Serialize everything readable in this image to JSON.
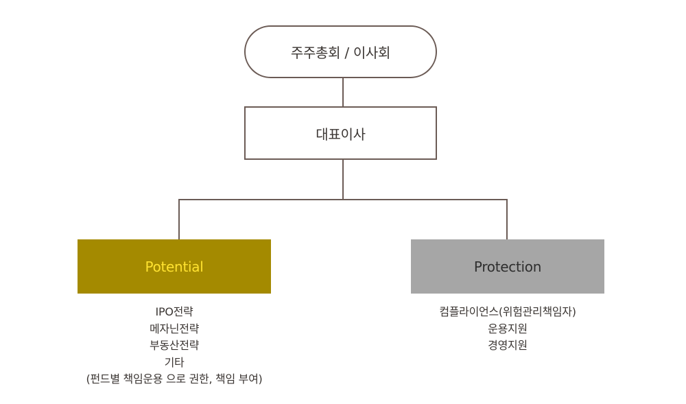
{
  "org_chart": {
    "top_node": {
      "label": "주주총회 / 이사회"
    },
    "ceo_node": {
      "label": "대표이사"
    },
    "potential": {
      "label": "Potential",
      "fill_color": "#a48a00",
      "text_color": "#ffe230",
      "items": [
        "IPO전략",
        "메자닌전략",
        "부동산전략",
        "기타",
        "(펀드별 책임운용 으로 권한, 책임 부여)"
      ]
    },
    "protection": {
      "label": "Protection",
      "fill_color": "#a6a6a6",
      "text_color": "#2e2e2e",
      "items": [
        "컴플라이언스(위험관리책임자)",
        "운용지원",
        "경영지원"
      ]
    },
    "line_color": "#6b5b55"
  }
}
